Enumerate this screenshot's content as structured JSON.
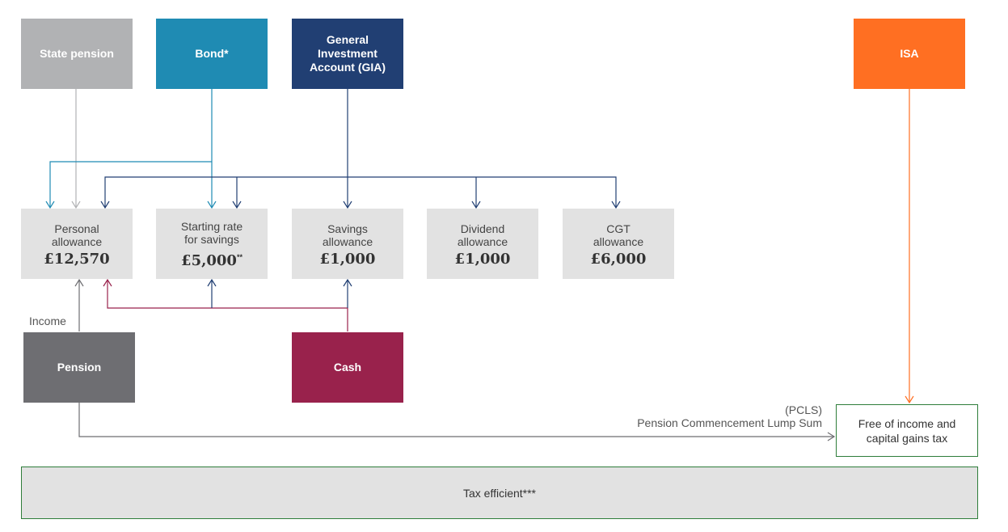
{
  "sources": {
    "state_pension": "State pension",
    "bond": "Bond*",
    "gia": "General Investment Account (GIA)",
    "isa": "ISA",
    "pension": "Pension",
    "cash": "Cash"
  },
  "allowances": {
    "personal": {
      "label": "Personal allowance",
      "value": "£12,570",
      "mark": ""
    },
    "starting_rate": {
      "label": "Starting rate for savings",
      "value": "£5,000",
      "mark": "**"
    },
    "savings": {
      "label": "Savings allowance",
      "value": "£1,000",
      "mark": ""
    },
    "dividend": {
      "label": "Dividend allowance",
      "value": "£1,000",
      "mark": ""
    },
    "cgt": {
      "label": "CGT allowance",
      "value": "£6,000",
      "mark": ""
    }
  },
  "labels": {
    "income": "Income",
    "pcls_short": "(PCLS)",
    "pcls_long": "Pension Commencement Lump Sum",
    "free_of_tax": "Free of income and capital gains tax",
    "tax_efficient": "Tax efficient***"
  },
  "colors": {
    "state_pension": "#b1b2b4",
    "bond": "#1f8bb3",
    "gia": "#213f73",
    "isa": "#ff6f22",
    "pension": "#6e6e72",
    "cash": "#99224c",
    "allowance_bg": "#e2e2e2",
    "green_border": "#2e7d3a"
  }
}
